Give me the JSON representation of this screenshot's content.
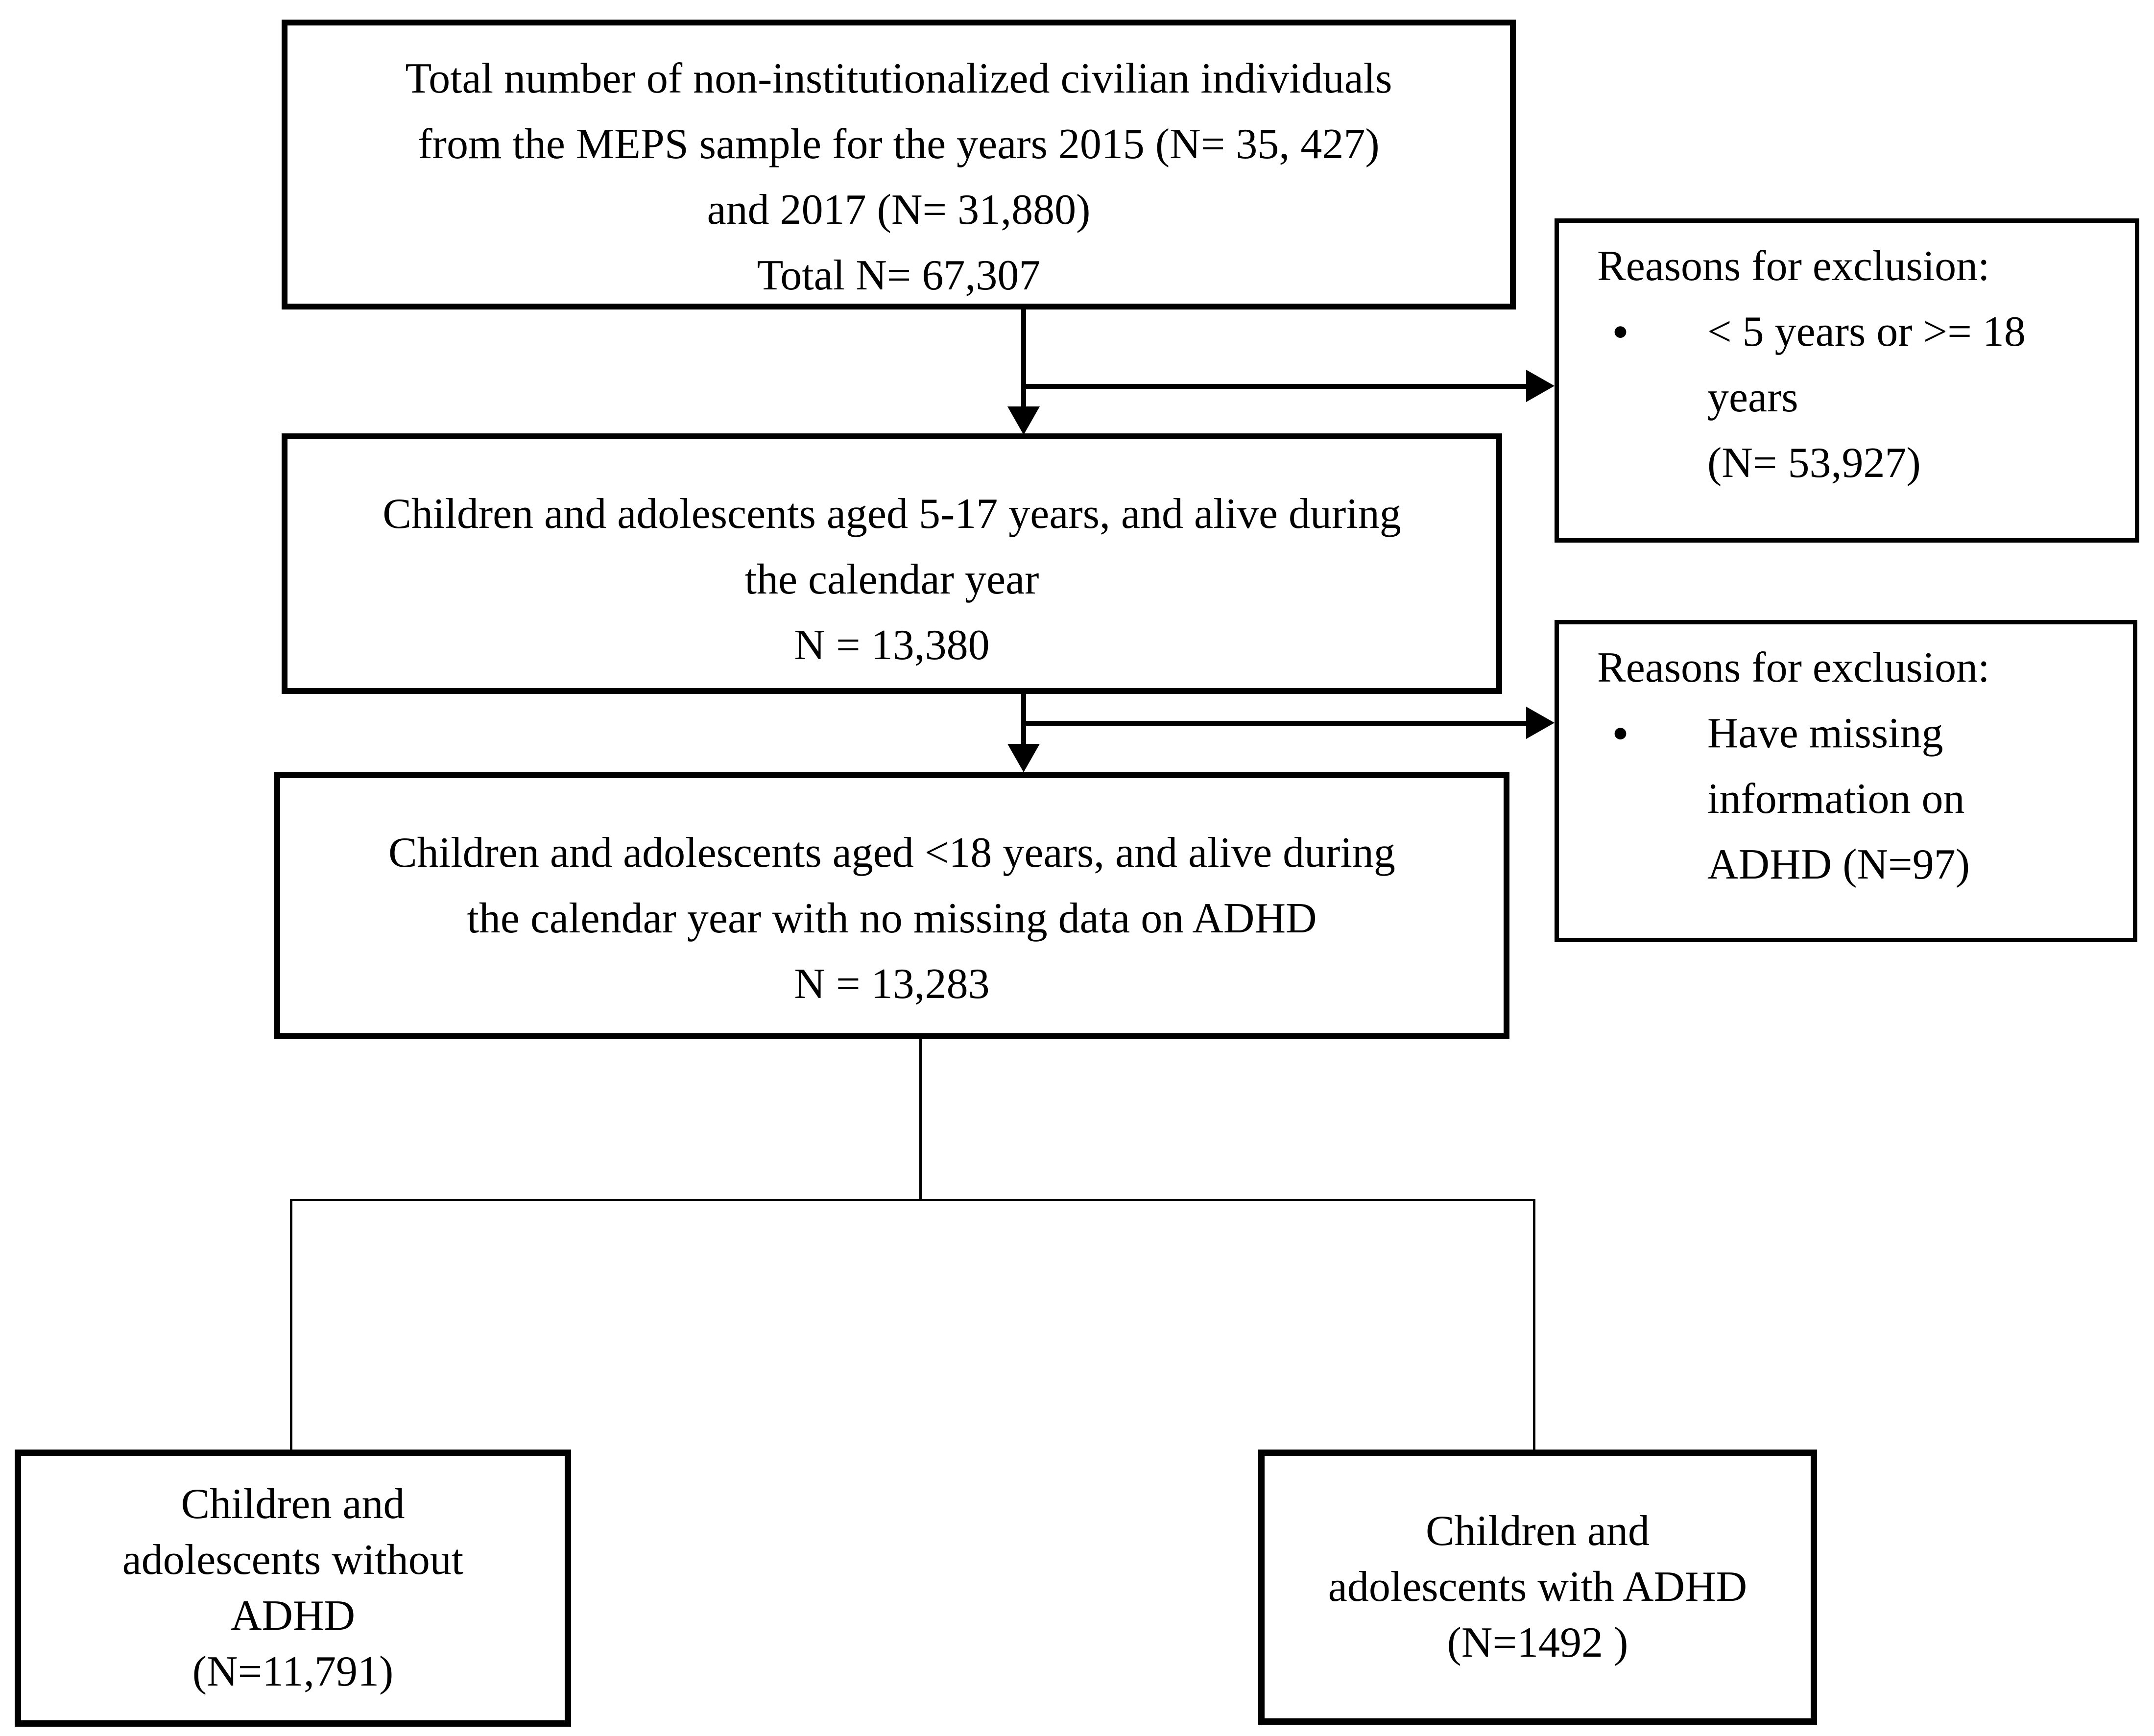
{
  "figure": {
    "background_color": "#ffffff",
    "line_color": "#000000",
    "type": "participant-flow-diagram"
  },
  "boxes": {
    "total_sample": {
      "lines": [
        "Total number of non-institutionalized civilian individuals",
        "from the MEPS sample for the years 2015 (N= 35, 427)",
        "and 2017 (N= 31,880)",
        "Total N= 67,307"
      ]
    },
    "exclusion_1": {
      "title": "Reasons for exclusion:",
      "bullet": "•",
      "item_lines": [
        "< 5 years or >= 18",
        "years",
        "(N= 53,927)"
      ]
    },
    "aged_5_17": {
      "lines": [
        "Children and adolescents aged 5-17 years, and alive during",
        "the calendar year",
        "N = 13,380"
      ]
    },
    "exclusion_2": {
      "title": "Reasons for exclusion:",
      "bullet": "•",
      "item_lines": [
        "Have missing",
        "information on",
        "ADHD (N=97)"
      ]
    },
    "aged_under_18": {
      "lines": [
        "Children and adolescents aged <18 years, and alive during",
        "the calendar year with no missing data on ADHD",
        "N = 13,283"
      ]
    },
    "without_adhd": {
      "lines": [
        "Children and",
        "adolescents without",
        "ADHD",
        "(N=11,791)"
      ]
    },
    "with_adhd": {
      "lines": [
        "Children and",
        "adolescents with ADHD",
        "(N=1492 )"
      ]
    }
  }
}
